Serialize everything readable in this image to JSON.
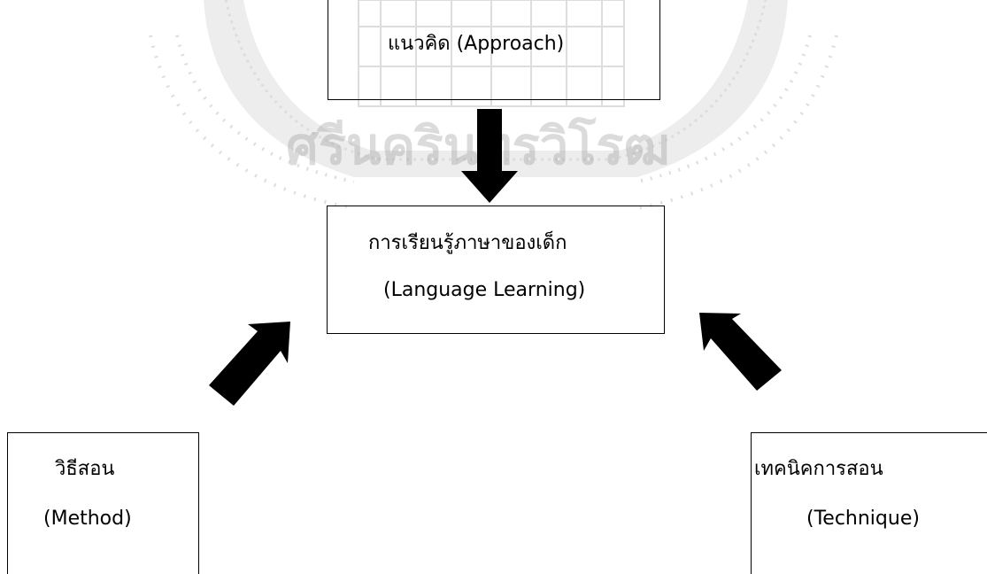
{
  "diagram": {
    "approach_label": "แนวคิด  (Approach)",
    "learning_label_th": "การเรียนรู้ภาษาของเด็ก",
    "learning_label_en": "(Language Learning)",
    "method_label_th": "วิธีสอน",
    "method_label_en": "(Method)",
    "technique_label_th": "เทคนิคการสอน",
    "technique_label_en": "(Technique)",
    "watermark_text": "ศรีนครินทรวิโรฒ"
  },
  "colors": {
    "line": "#000000",
    "arrow": "#000000",
    "watermark": "#9a9a9a",
    "background": "#ffffff"
  }
}
